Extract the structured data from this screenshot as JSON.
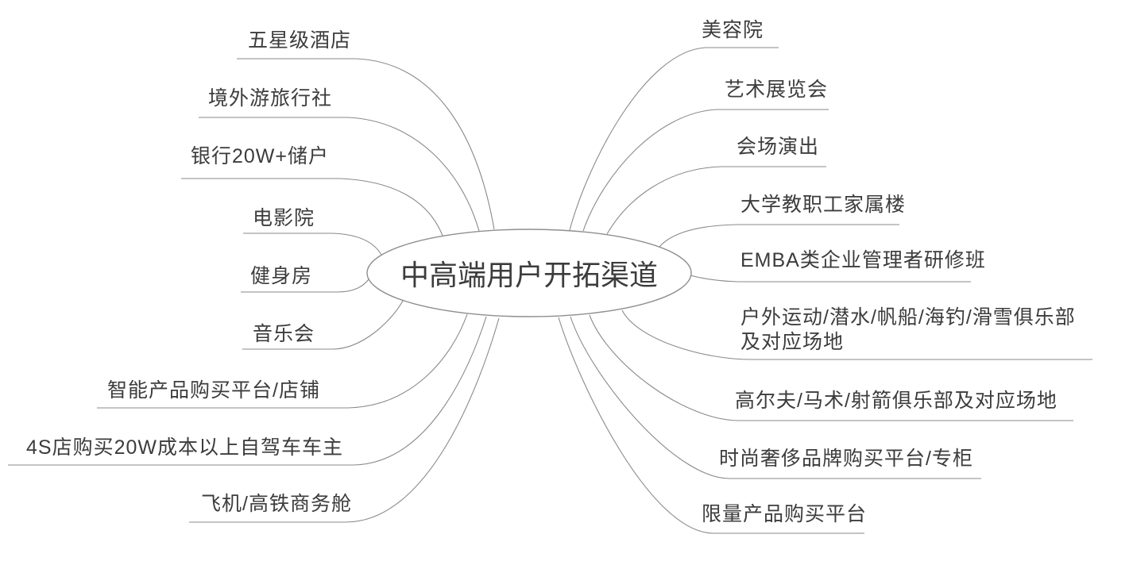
{
  "diagram": {
    "type": "mindmap",
    "root": {
      "label": "中高端用户开拓渠道"
    },
    "left_branches": [
      {
        "label": "五星级酒店"
      },
      {
        "label": "境外游旅行社"
      },
      {
        "label": "银行20W+储户"
      },
      {
        "label": "电影院"
      },
      {
        "label": "健身房"
      },
      {
        "label": "音乐会"
      },
      {
        "label": "智能产品购买平台/店铺"
      },
      {
        "label": "4S店购买20W成本以上自驾车车主"
      },
      {
        "label": "飞机/高铁商务舱"
      }
    ],
    "right_branches": [
      {
        "label": "美容院"
      },
      {
        "label": "艺术展览会"
      },
      {
        "label": "会场演出"
      },
      {
        "label": "大学教职工家属楼"
      },
      {
        "label": "EMBA类企业管理者研修班"
      },
      {
        "label": "户外运动/潜水/帆船/海钓/滑雪俱乐部\n及对应场地"
      },
      {
        "label": "高尔夫/马术/射箭俱乐部及对应场地"
      },
      {
        "label": "时尚奢侈品牌购买平台/专柜"
      },
      {
        "label": "限量产品购买平台"
      }
    ],
    "colors": {
      "line": "#8a8a8a",
      "text": "#3c3c3c",
      "background": "#ffffff"
    }
  }
}
